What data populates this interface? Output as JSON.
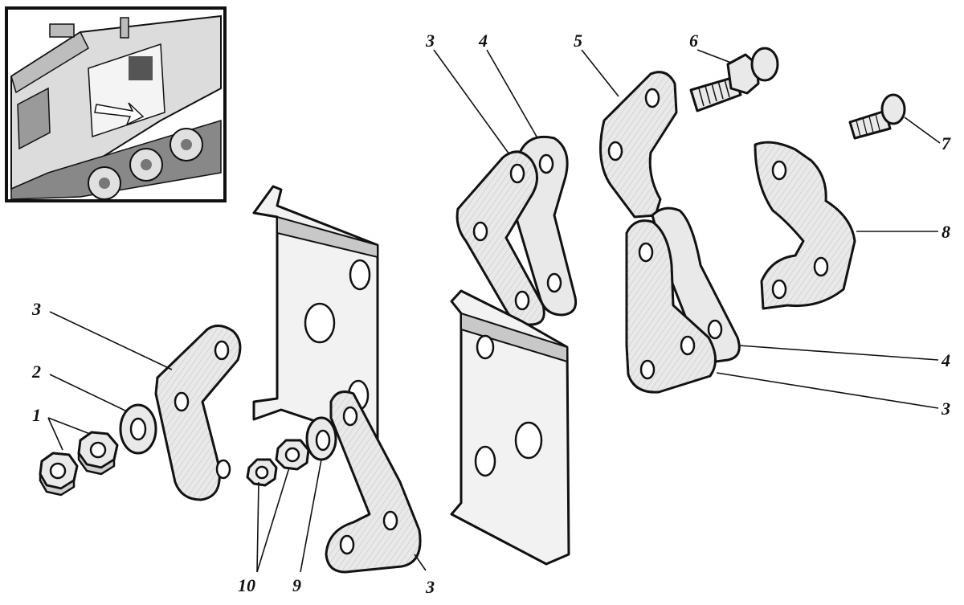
{
  "callouts": {
    "c1": "1",
    "c2": "2",
    "c3_left": "3",
    "c3_top": "3",
    "c3_bottom": "3",
    "c3_right": "3",
    "c4_top": "4",
    "c4_right": "4",
    "c5": "5",
    "c6": "6",
    "c7": "7",
    "c8": "8",
    "c9": "9",
    "c10": "10"
  },
  "inset": {
    "icon": "vehicle-location-inset"
  }
}
